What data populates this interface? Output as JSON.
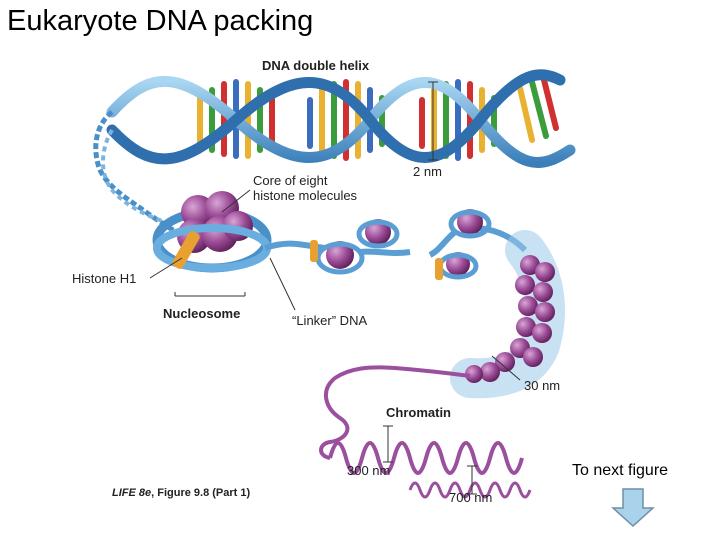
{
  "slide": {
    "title": "Eukaryote DNA packing",
    "next_label": "To next figure"
  },
  "figure": {
    "labels": {
      "double_helix": "DNA double helix",
      "helix_width": "2 nm",
      "core": "Core of eight",
      "core2": "histone molecules",
      "h1": "Histone H1",
      "nucleosome": "Nucleosome",
      "linker": "“Linker” DNA",
      "fiber": "30 nm",
      "chromatin": "Chromatin",
      "loop": "300 nm",
      "coil": "700 nm"
    },
    "credit": {
      "book": "LIFE 8e",
      "figure": ", Figure 9.8 (Part 1)"
    }
  },
  "colors": {
    "helix_blue": "#4a90c8",
    "histone_purple": "#8e3b8a",
    "h1_orange": "#e8a030",
    "chromatin_purple": "#9b4f9f",
    "arrow_fill": "#a9d3ea"
  },
  "icons": {
    "next_arrow": "down-arrow-icon"
  }
}
